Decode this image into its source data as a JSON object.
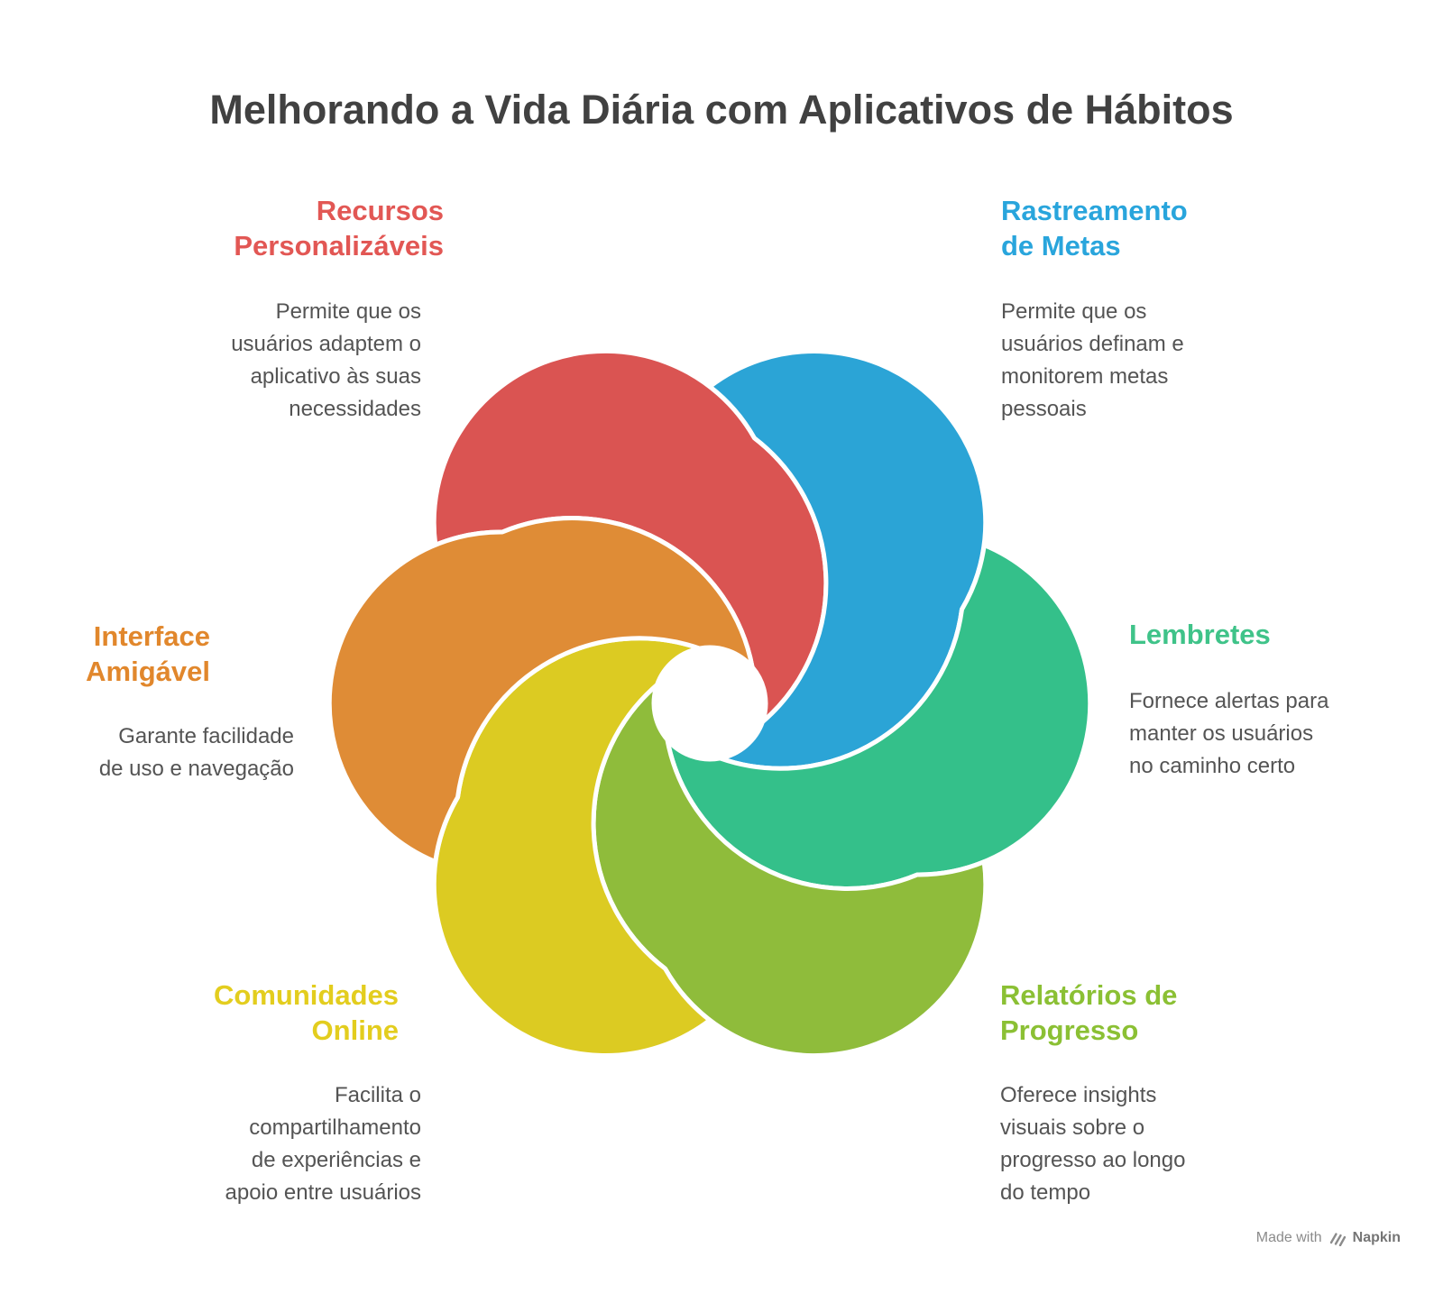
{
  "title": "Melhorando a Vida Diária com Aplicativos de Hábitos",
  "sections": [
    {
      "id": "recursos",
      "heading_lines": [
        "Recursos",
        "Personalizáveis"
      ],
      "body_lines": [
        "Permite que os",
        "usuários adaptem o",
        "aplicativo às suas",
        "necessidades"
      ],
      "color": "#e25754"
    },
    {
      "id": "rastreamento",
      "heading_lines": [
        "Rastreamento",
        "de Metas"
      ],
      "body_lines": [
        "Permite que os",
        "usuários definam e",
        "monitorem metas",
        "pessoais"
      ],
      "color": "#29a5dc"
    },
    {
      "id": "lembretes",
      "heading_lines": [
        "Lembretes"
      ],
      "body_lines": [
        "Fornece alertas para",
        "manter os usuários",
        "no caminho certo"
      ],
      "color": "#3fc389"
    },
    {
      "id": "relatorios",
      "heading_lines": [
        "Relatórios de",
        "Progresso"
      ],
      "body_lines": [
        "Oferece insights",
        "visuais sobre o",
        "progresso ao longo",
        "do tempo"
      ],
      "color": "#8bc034"
    },
    {
      "id": "comunidades",
      "heading_lines": [
        "Comunidades",
        "Online"
      ],
      "body_lines": [
        "Facilita o",
        "compartilhamento",
        "de experiências e",
        "apoio entre usuários"
      ],
      "color": "#e3cd1e"
    },
    {
      "id": "interface",
      "heading_lines": [
        "Interface",
        "Amigável"
      ],
      "body_lines": [
        "Garante facilidade",
        "de uso e navegação"
      ],
      "color": "#e1872c"
    }
  ],
  "colors": {
    "red": "#da5452",
    "blue": "#2ba4d6",
    "green": "#34c08a",
    "lime": "#8fbc3b",
    "yellow": "#dccb22",
    "orange": "#df8c36",
    "title_text": "#414141",
    "body_text": "#545454",
    "footer_text": "#8b8b8b"
  },
  "footer": {
    "made_with": "Made with",
    "brand": "Napkin"
  }
}
